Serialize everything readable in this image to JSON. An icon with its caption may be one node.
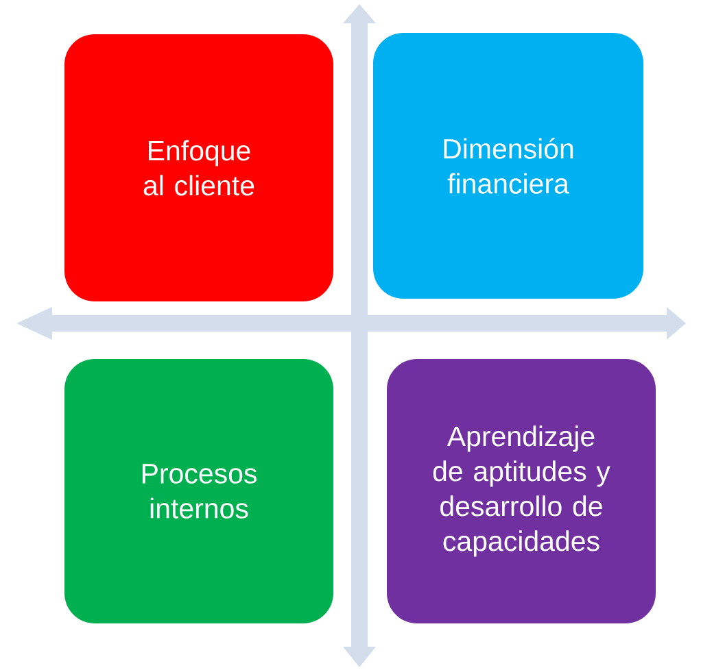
{
  "diagram": {
    "nodes": [
      {
        "text": [
          "Enfoque al cliente"
        ]
      },
      {
        "text": [
          "Dimensión financiera"
        ]
      },
      {
        "text": [
          "Procesos internos"
        ]
      },
      {
        "text": [
          "Aprendizaje de aptitudes y desarrollo de capacidades"
        ]
      }
    ]
  }
}
